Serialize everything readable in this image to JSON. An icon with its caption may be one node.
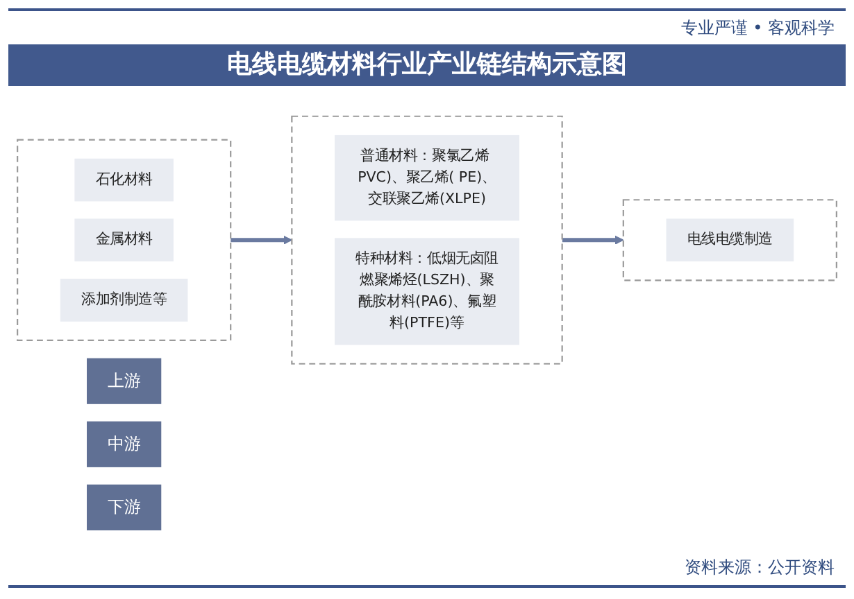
{
  "diagram": {
    "title": "电线电缆材料行业产业链结构示意图",
    "nodes": [
      {
        "text": [
          "上游"
        ]
      },
      {
        "text": [
          "中游"
        ]
      },
      {
        "text": [
          "下游"
        ]
      },
      {
        "text": [],
        "shape": "box"
      },
      {
        "text": [
          "石化材料"
        ],
        "in": 3
      },
      {
        "text": [
          "金属材料"
        ],
        "in": 3
      },
      {
        "text": [
          "添加剂制造等"
        ],
        "in": 3
      },
      {
        "text": [],
        "shape": "box"
      },
      {
        "text": [
          "普通材料：聚氯乙烯 PVC)、聚乙烯( PE)、交联聚乙烯(XLPE)"
        ],
        "in": 7
      },
      {
        "text": [
          "特种材料：低烟无卤阻燃聚烯烃(LSZH)、聚酰胺材料(PA6)、氟塑料(PTFE)等"
        ],
        "in": 7
      },
      {
        "text": [],
        "shape": "box"
      },
      {
        "text": [
          "电线电缆制造"
        ],
        "in": 10
      }
    ],
    "edges": [
      {
        "from": 3,
        "to": 7,
        "arrow": "to"
      },
      {
        "from": 7,
        "to": 10,
        "arrow": "to"
      }
    ],
    "labels": [
      "专业严谨 • 客观科学",
      "资料来源：公开资料"
    ]
  }
}
